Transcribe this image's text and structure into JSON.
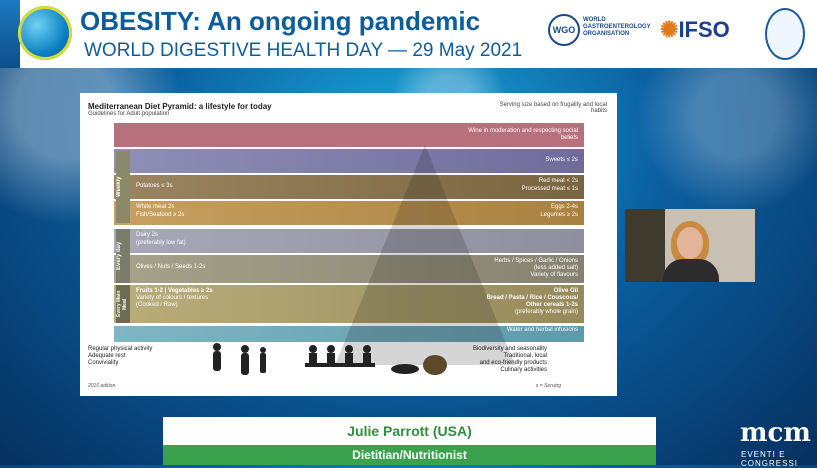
{
  "header": {
    "title": "OBESITY: An ongoing pandemic",
    "subtitle": "WORLD DIGESTIVE HEALTH DAY — 29 May 2021",
    "wgo_mark": "WGO",
    "wgo_name": "WORLD GASTROENTEROLOGY ORGANISATION",
    "ifso": "IFSO",
    "colors": {
      "title": "#0d5c9b",
      "ifso_accent": "#e07b1b"
    }
  },
  "slide": {
    "title": "Mediterranean Diet Pyramid: a lifestyle for today",
    "subtitle": "Guidelines for Adult population",
    "top_right": "Serving size based on frugality and local habits",
    "wine": "Wine in moderation and respecting social beliefs",
    "weekly_label": "Weekly",
    "everyday_label": "Every day",
    "main_meal_label": "Every Main Meal",
    "sweets": "Sweets ≤ 2s",
    "potatoes": "Potatoes ≤ 3s",
    "red_meat": "Red meat < 2s",
    "processed_meat": "Processed meat ≤ 1s",
    "white_meat": "White meat 2s",
    "fish": "Fish/Seafood ≥ 2s",
    "eggs": "Eggs 2-4s",
    "legumes": "Legumes ≥ 2s",
    "dairy": "Dairy 2s",
    "dairy_note": "(preferably low fat)",
    "olives": "Olives / Nuts / Seeds 1-2s",
    "herbs": "Herbs / Spices / Garlic / Onions",
    "herbs_note": "(less added salt)",
    "flavours": "Variety of flavours",
    "fruits": "Fruits 1-2 | Vegetables ≥ 2s",
    "fruits_note": "Variety of colours / textures",
    "fruits_note2": "(Cooked / Raw)",
    "olive_oil": "Olive Oil",
    "bread": "Bread / Pasta / Rice / Couscous/",
    "cereals": "Other cereals 1-2s",
    "cereals_note": "(preferably whole grain)",
    "water": "Water and herbal infusions",
    "lifestyle_1": "Regular physical activity",
    "lifestyle_2": "Adequate rest",
    "lifestyle_3": "Conviviality",
    "bio_1": "Biodiversity and seasonality",
    "bio_2": "Traditional, local",
    "bio_3": "and eco-friendly products",
    "bio_4": "Culinary activities",
    "edition": "2010 edition",
    "serving": "s = Serving"
  },
  "speaker": {
    "name": "Julie Parrott (USA)",
    "role": "Dietitian/Nutritionist"
  },
  "branding": {
    "mcm": "mcm",
    "mcm_sub": "EVENTI E CONGRESSI"
  }
}
